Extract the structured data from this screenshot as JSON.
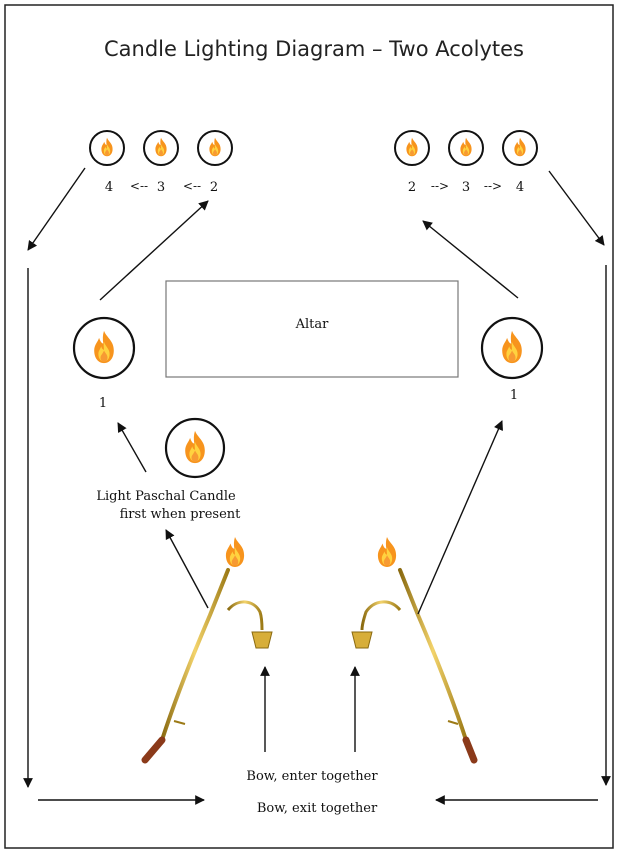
{
  "title": "Candle Lighting Diagram – Two Acolytes",
  "altar_label": "Altar",
  "paschal_label_line1": "Light Paschal Candle",
  "paschal_label_line2": "first when present",
  "bow_enter": "Bow, enter together",
  "bow_exit": "Bow, exit together",
  "left_group": {
    "side_candle_number": "1",
    "numbers": [
      "4",
      "3",
      "2"
    ],
    "connectors": [
      "<--",
      "<--"
    ]
  },
  "right_group": {
    "side_candle_number": "1",
    "numbers": [
      "2",
      "3",
      "4"
    ],
    "connectors": [
      "-->",
      "-->"
    ]
  },
  "colors": {
    "flame_outer": "#f7941d",
    "flame_inner": "#ffd23f",
    "flame_core": "#e8331c",
    "brass": "#c9a227",
    "handle": "#8b3a1a"
  }
}
